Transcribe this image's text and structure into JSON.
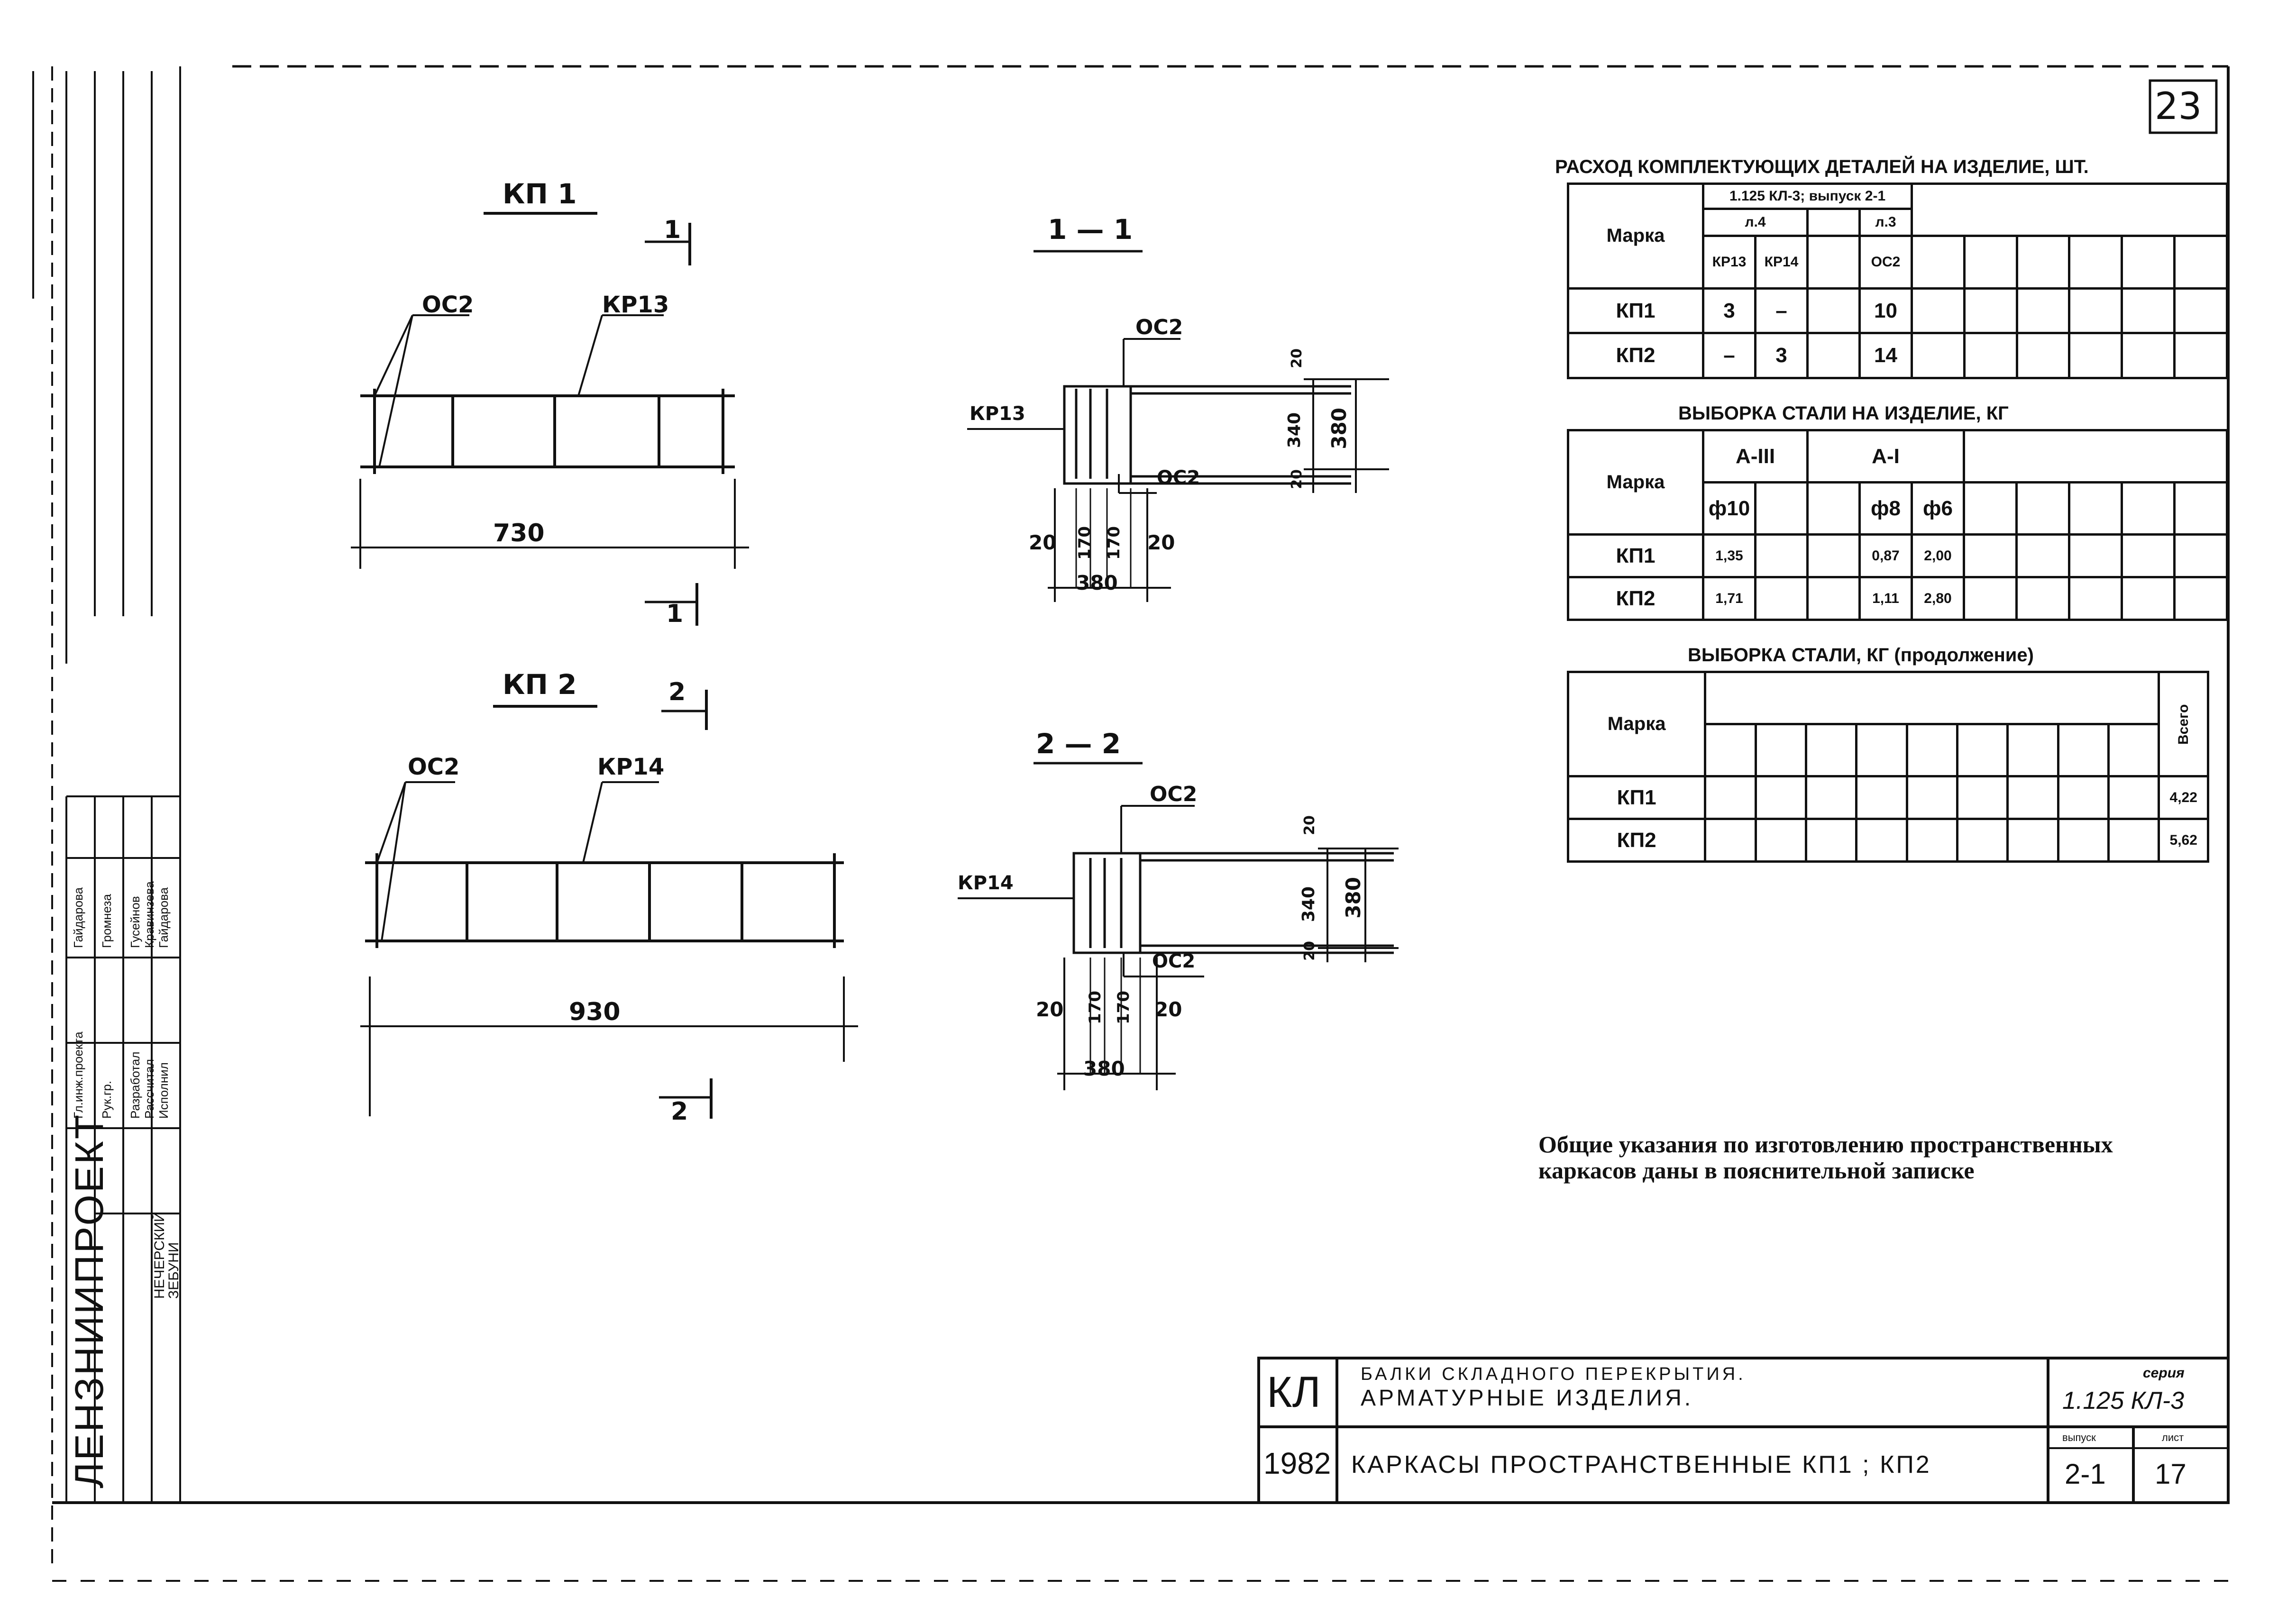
{
  "sheet": {
    "number": "23"
  },
  "left_stamp": {
    "org": "ЛЕНЗНИИПРОЕКТ",
    "rows": [
      {
        "role": "Гл.инж.проекта",
        "name": "Гайдарова"
      },
      {
        "role": "Рук.гр.",
        "name": "Громнеза"
      },
      {
        "role": "Разработал",
        "name": "Гусейнов"
      },
      {
        "role": "Рассчитал",
        "name": "Кравинзева"
      },
      {
        "role": "Исполнил",
        "name": "Гайдарова"
      }
    ],
    "lower": [
      "НЕЧЕРСКИЙ",
      "ЗЕБУНИ"
    ]
  },
  "drawings": {
    "kp1": {
      "title": "КП 1",
      "section_mark": "1",
      "label_os": "ОС2",
      "label_kr": "КР13",
      "dim_length": "730"
    },
    "kp2": {
      "title": "КП 2",
      "section_mark": "2",
      "label_os": "ОС2",
      "label_kr": "КР14",
      "dim_length": "930"
    },
    "sec1": {
      "title": "1 — 1",
      "label_os_top": "ОС2",
      "label_os_bottom": "ОС2",
      "label_kr": "КР13",
      "dim_20a": "20",
      "dim_170a": "170",
      "dim_170b": "170",
      "dim_20b": "20",
      "dim_width": "380",
      "dim_v_20a": "20",
      "dim_v_340": "340",
      "dim_v_20b": "20",
      "dim_v_380": "380"
    },
    "sec2": {
      "title": "2 — 2",
      "label_os_top": "ОС2",
      "label_os_bottom": "ОС2",
      "label_kr": "КР14",
      "dim_20a": "20",
      "dim_170a": "170",
      "dim_170b": "170",
      "dim_20b": "20",
      "dim_width": "380",
      "dim_v_20a": "20",
      "dim_v_340": "340",
      "dim_v_20b": "20",
      "dim_v_380": "380"
    }
  },
  "table_parts": {
    "title": "РАСХОД КОМПЛЕКТУЮЩИХ ДЕТАЛЕЙ НА ИЗДЕЛИЕ, ШТ.",
    "header_mark": "Марка",
    "series": "1.125 КЛ-3; выпуск 2-1",
    "group1": "л.4",
    "group2": "л.3",
    "cols": [
      "КР13",
      "КР14",
      "",
      "ОС2"
    ],
    "rows": [
      {
        "mark": "КП1",
        "vals": [
          "3",
          "–",
          "",
          "10"
        ]
      },
      {
        "mark": "КП2",
        "vals": [
          "–",
          "3",
          "",
          "14"
        ]
      }
    ]
  },
  "table_steel": {
    "title": "ВЫБОРКА СТАЛИ НА ИЗДЕЛИЕ, КГ",
    "header_mark": "Марка",
    "group1": "А-III",
    "group2": "А-I",
    "cols": [
      "ф10",
      "",
      "",
      "ф8",
      "ф6"
    ],
    "rows": [
      {
        "mark": "КП1",
        "vals": [
          "1,35",
          "",
          "",
          "0,87",
          "2,00"
        ]
      },
      {
        "mark": "КП2",
        "vals": [
          "1,71",
          "",
          "",
          "1,11",
          "2,80"
        ]
      }
    ]
  },
  "table_steel_cont": {
    "title": "ВЫБОРКА СТАЛИ, КГ (продолжение)",
    "header_mark": "Марка",
    "total_label": "Всего",
    "rows": [
      {
        "mark": "КП1",
        "total": "4,22"
      },
      {
        "mark": "КП2",
        "total": "5,62"
      }
    ]
  },
  "note": {
    "line1": "Общие указания по изготовлению пространственных",
    "line2": "каркасов даны в пояснительной записке"
  },
  "title_block": {
    "code": "КЛ",
    "year": "1982",
    "line1": "БАЛКИ СКЛАДНОГО ПЕРЕКРЫТИЯ.",
    "line2": "АРМАТУРНЫЕ ИЗДЕЛИЯ.",
    "subject": "КАРКАСЫ ПРОСТРАНСТВЕННЫЕ КП1 ; КП2",
    "series_label": "серия",
    "series_value": "1.125 КЛ-3",
    "issue_label": "выпуск",
    "issue_value": "2-1",
    "sheet_label": "лист",
    "sheet_value": "17"
  }
}
